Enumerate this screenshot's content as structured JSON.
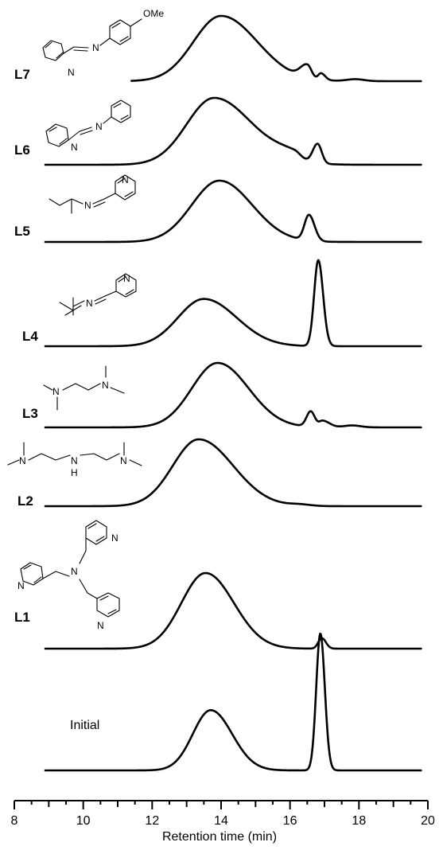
{
  "chart_data": {
    "type": "line",
    "title": "",
    "xlabel": "Retention time (min)",
    "ylabel": "",
    "xlim": [
      8,
      20
    ],
    "x_ticks": [
      "8",
      "10",
      "12",
      "14",
      "16",
      "18",
      "20"
    ],
    "grid": false,
    "legend": "none",
    "series": [
      {
        "name": "L7",
        "label": "L7",
        "peaks": [
          {
            "center": 14.0,
            "height": 1.0,
            "width_left": 0.8,
            "width_right": 1.05
          },
          {
            "center": 16.5,
            "height": 0.2,
            "width_left": 0.2,
            "width_right": 0.12
          },
          {
            "center": 16.9,
            "height": 0.1,
            "width_left": 0.08,
            "width_right": 0.12
          },
          {
            "center": 17.9,
            "height": 0.03,
            "width_left": 0.25,
            "width_right": 0.25
          }
        ],
        "baseline_start": 11.4,
        "baseline_end": 19.8
      },
      {
        "name": "L6",
        "label": "L6",
        "peaks": [
          {
            "center": 13.8,
            "height": 1.0,
            "width_left": 0.8,
            "width_right": 1.1
          },
          {
            "center": 16.1,
            "height": 0.12,
            "width_left": 0.6,
            "width_right": 0.2
          },
          {
            "center": 16.8,
            "height": 0.29,
            "width_left": 0.14,
            "width_right": 0.12
          }
        ]
      },
      {
        "name": "L5",
        "label": "L5",
        "peaks": [
          {
            "center": 13.95,
            "height": 1.0,
            "width_left": 0.8,
            "width_right": 0.95
          },
          {
            "center": 16.55,
            "height": 0.42,
            "width_left": 0.13,
            "width_right": 0.16
          }
        ]
      },
      {
        "name": "L4",
        "label": "L4",
        "peaks": [
          {
            "center": 13.5,
            "height": 0.55,
            "width_left": 0.75,
            "width_right": 0.95
          },
          {
            "center": 16.82,
            "height": 1.0,
            "width_left": 0.12,
            "width_right": 0.14
          }
        ]
      },
      {
        "name": "L3",
        "label": "L3",
        "peaks": [
          {
            "center": 13.9,
            "height": 1.0,
            "width_left": 0.75,
            "width_right": 0.9
          },
          {
            "center": 16.6,
            "height": 0.24,
            "width_left": 0.12,
            "width_right": 0.12
          },
          {
            "center": 16.95,
            "height": 0.1,
            "width_left": 0.1,
            "width_right": 0.2
          },
          {
            "center": 17.8,
            "height": 0.03,
            "width_left": 0.25,
            "width_right": 0.25
          }
        ]
      },
      {
        "name": "L2",
        "label": "L2",
        "peaks": [
          {
            "center": 13.35,
            "height": 1.0,
            "width_left": 0.75,
            "width_right": 1.0
          },
          {
            "center": 16.3,
            "height": 0.02,
            "width_left": 0.3,
            "width_right": 0.3
          }
        ]
      },
      {
        "name": "L1",
        "label": "L1",
        "peaks": [
          {
            "center": 13.55,
            "height": 1.0,
            "width_left": 0.7,
            "width_right": 0.82
          },
          {
            "center": 16.92,
            "height": 0.14,
            "width_left": 0.1,
            "width_right": 0.12
          }
        ]
      },
      {
        "name": "Initial",
        "label": "Initial",
        "peaks": [
          {
            "center": 13.7,
            "height": 0.44,
            "width_left": 0.52,
            "width_right": 0.62
          },
          {
            "center": 16.88,
            "height": 1.0,
            "width_left": 0.12,
            "width_right": 0.13
          }
        ]
      }
    ],
    "structure_text": {
      "L7": [
        "OMe",
        "N",
        "N"
      ],
      "L6": [
        "N",
        "N"
      ],
      "L5": [
        "N",
        "N"
      ],
      "L4": [
        "N",
        "N"
      ],
      "L3": [
        "N",
        "N"
      ],
      "L2": [
        "N",
        "N",
        "N",
        "H"
      ],
      "L1": [
        "N",
        "N",
        "N",
        "N"
      ]
    }
  }
}
